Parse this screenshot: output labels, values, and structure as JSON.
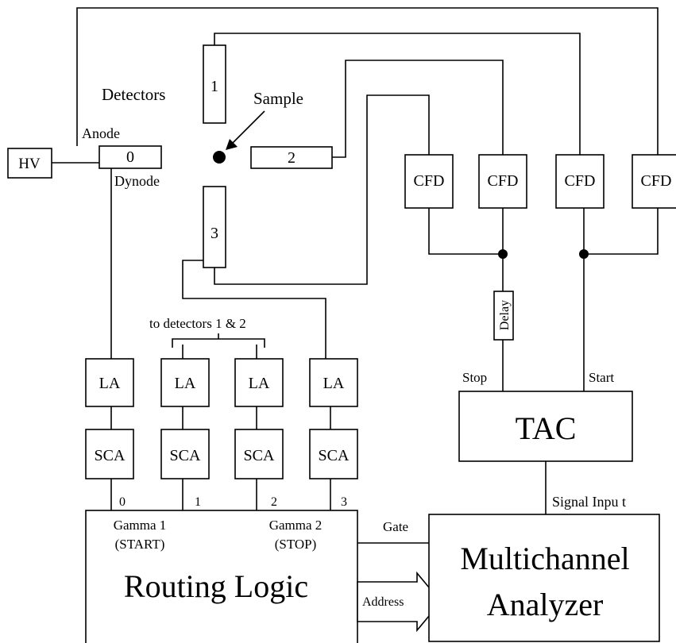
{
  "labels": {
    "detectors": "Detectors",
    "sample": "Sample",
    "anode": "Anode",
    "dynode": "Dynode",
    "hv": "HV",
    "det0": "0",
    "det1": "1",
    "det2": "2",
    "det3": "3",
    "to_detectors": "to detectors 1 & 2",
    "delay": "Delay",
    "stop": "Stop",
    "start": "Start",
    "tac": "TAC",
    "signal_input": "Signal Inpu t",
    "gate": "Gate",
    "address": "Address",
    "mca_line1": "Multichannel",
    "mca_line2": "Analyzer",
    "routing_logic": "Routing Logic",
    "gamma1": "Gamma 1",
    "gamma1_sub": "(START)",
    "gamma2": "Gamma 2",
    "gamma2_sub": "(STOP)"
  },
  "cfd_label": "CFD",
  "la_label": "LA",
  "sca_label": "SCA",
  "channels": [
    "0",
    "1",
    "2",
    "3"
  ]
}
